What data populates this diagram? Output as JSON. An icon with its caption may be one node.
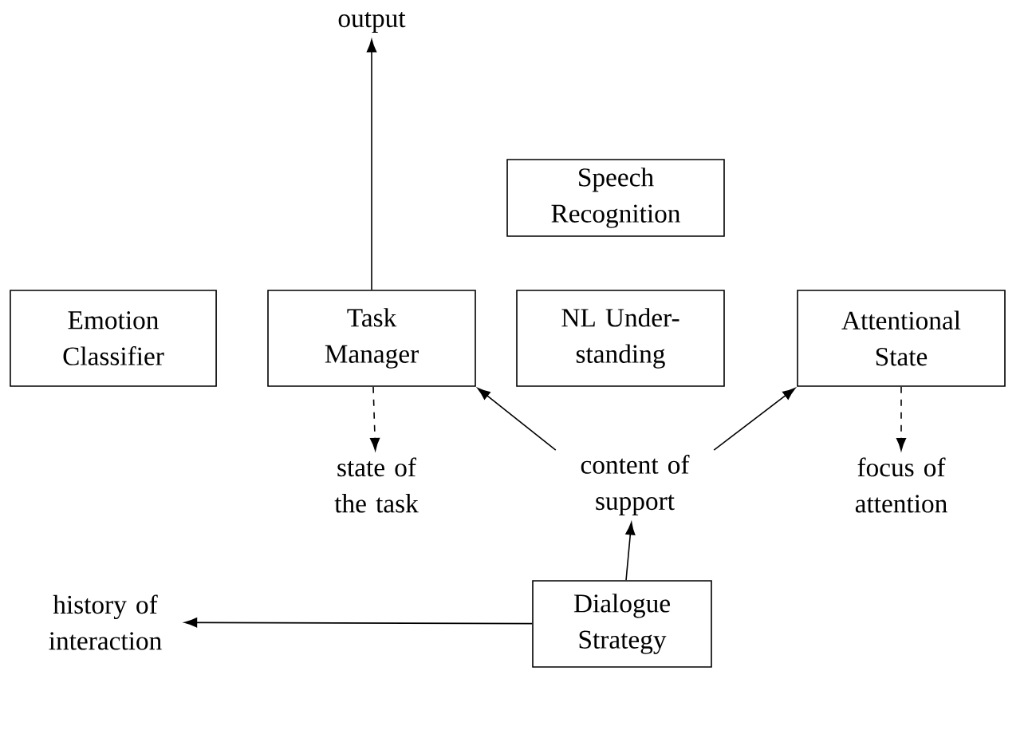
{
  "diagram": {
    "nodes": [
      {
        "text": [
          "output"
        ]
      },
      {
        "text": [
          "Speech Recognition"
        ]
      },
      {
        "text": [
          "Emotion Classifier"
        ]
      },
      {
        "text": [
          "Task Manager"
        ]
      },
      {
        "text": [
          "NL Under-standing"
        ]
      },
      {
        "text": [
          "Attentional State"
        ]
      },
      {
        "text": [
          "state of the task"
        ]
      },
      {
        "text": [
          "content of support"
        ]
      },
      {
        "text": [
          "focus of attention"
        ]
      },
      {
        "text": [
          "history of interaction"
        ]
      },
      {
        "text": [
          "Dialogue Strategy"
        ]
      }
    ],
    "edges": [
      {
        "from": 3,
        "to": 0,
        "arrow": "to"
      },
      {
        "from": 3,
        "to": 6,
        "arrow": "to",
        "style": "dashed"
      },
      {
        "from": 7,
        "to": 3,
        "arrow": "to"
      },
      {
        "from": 7,
        "to": 5,
        "arrow": "to"
      },
      {
        "from": 5,
        "to": 8,
        "arrow": "to",
        "style": "dashed"
      },
      {
        "from": 10,
        "to": 7,
        "arrow": "to"
      },
      {
        "from": 10,
        "to": 9,
        "arrow": "to"
      }
    ]
  }
}
